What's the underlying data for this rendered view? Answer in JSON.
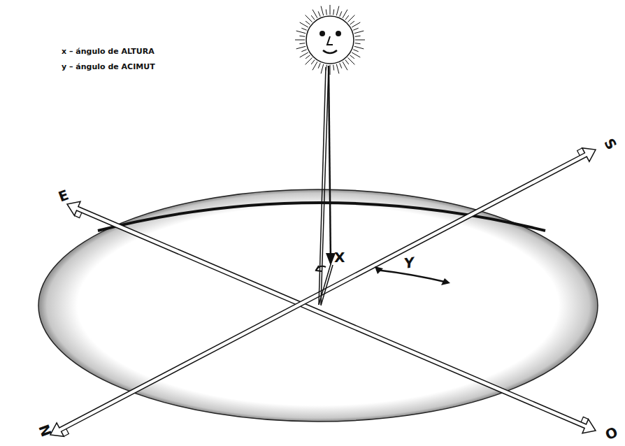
{
  "diagram": {
    "labels": [
      "x – ángulo de ALTURA",
      "y – ángulo de ACIMUT",
      "X",
      "Y",
      "S",
      "N",
      "O",
      "E"
    ]
  }
}
